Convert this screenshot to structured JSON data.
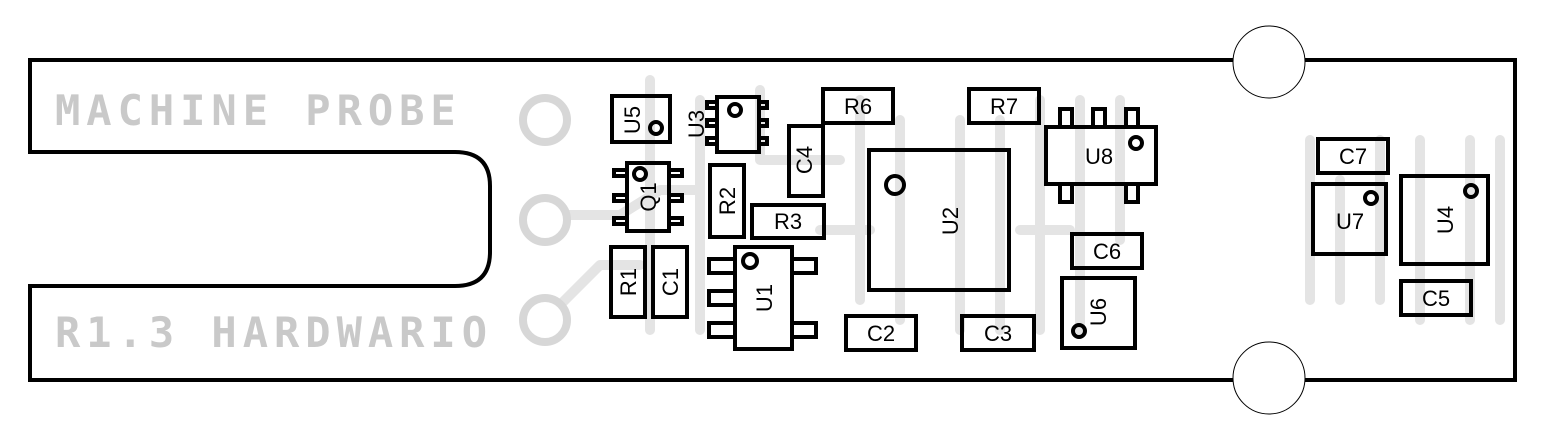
{
  "board": {
    "title_text": "MACHINE PROBE",
    "revision_text": "R1.3 HARDWARIO"
  },
  "components": {
    "U5": "U5",
    "U3": "U3",
    "Q1": "Q1",
    "R2": "R2",
    "C4": "C4",
    "R6": "R6",
    "R3": "R3",
    "R1": "R1",
    "C1": "C1",
    "U1": "U1",
    "U2": "U2",
    "R7": "R7",
    "U8": "U8",
    "C6": "C6",
    "U6": "U6",
    "C2": "C2",
    "C3": "C3",
    "C7": "C7",
    "U7": "U7",
    "U4": "U4",
    "C5": "C5"
  }
}
